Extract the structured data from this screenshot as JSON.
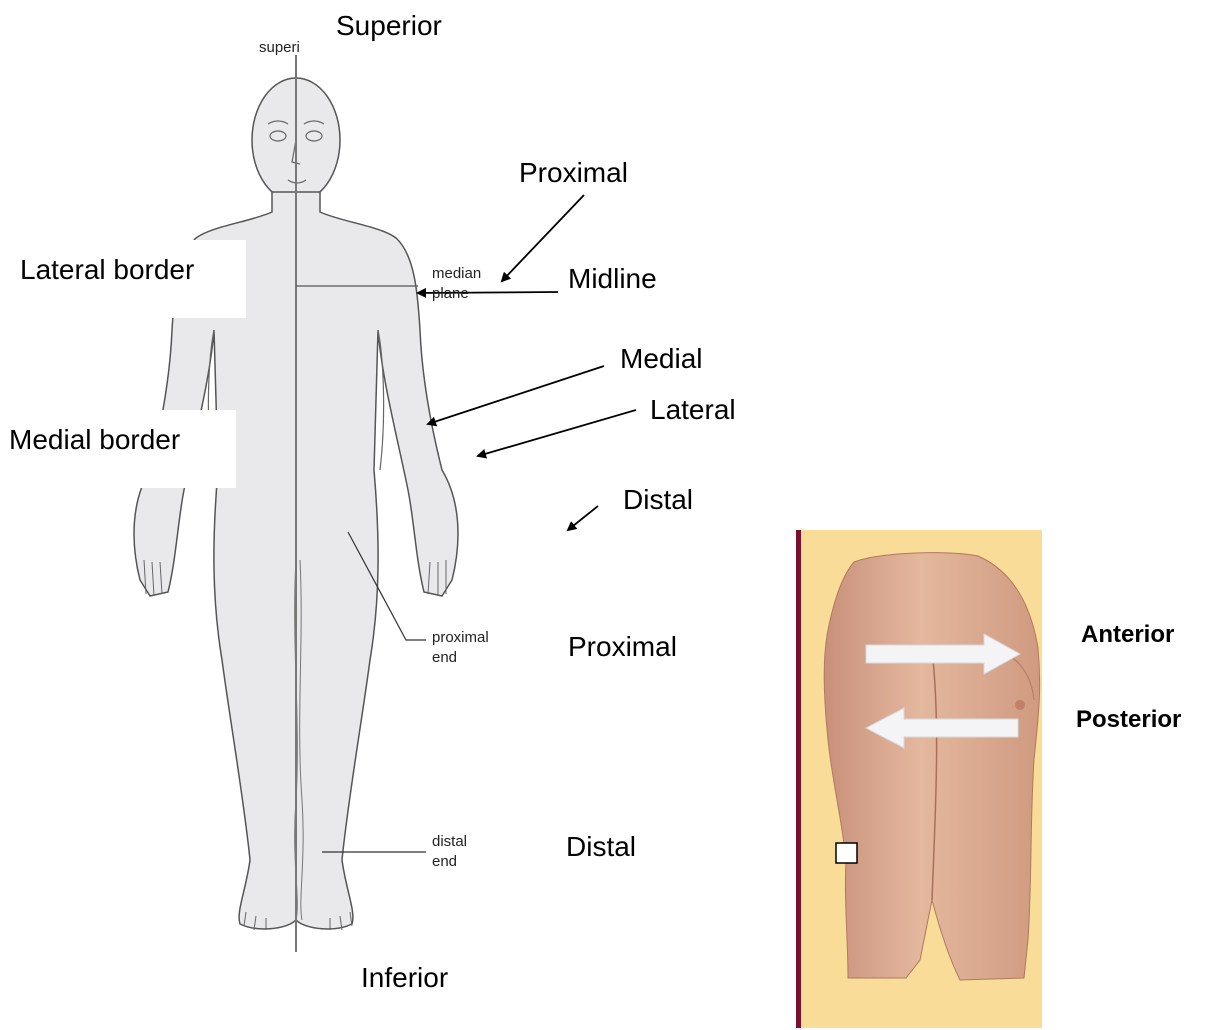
{
  "body_diagram": {
    "superior": "Superior",
    "superior_small": "superi",
    "inferior": "Inferior",
    "median_plane_line1": "median",
    "median_plane_line2": "plane",
    "proximal_end_line1": "proximal",
    "proximal_end_line2": "end",
    "distal_end_line1": "distal",
    "distal_end_line2": "end"
  },
  "labels": {
    "lateral_border": "Lateral border",
    "medial_border": "Medial border",
    "proximal_top": "Proximal",
    "midline": "Midline",
    "medial": "Medial",
    "lateral": "Lateral",
    "distal_top": "Distal",
    "proximal_lower": "Proximal",
    "distal_lower": "Distal"
  },
  "side_figure": {
    "anterior": "Anterior",
    "posterior": "Posterior"
  },
  "colors": {
    "body_fill": "#e9e9ec",
    "outline": "#555555",
    "panel_bg": "#f8dc98",
    "panel_border": "#7a1030",
    "skin": "#d9a98c",
    "arrow_white": "#f4f4f6"
  }
}
